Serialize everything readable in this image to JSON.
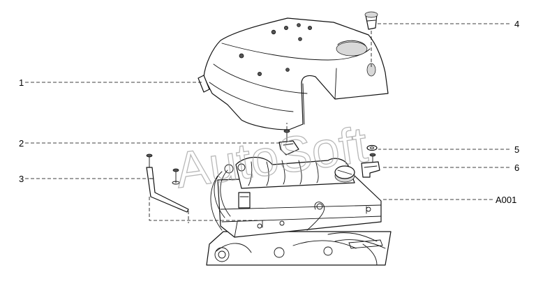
{
  "watermark": "AutoSoft",
  "callouts": {
    "c1": "1",
    "c2": "2",
    "c3": "3",
    "c4": "4",
    "c5": "5",
    "c6": "6",
    "a001": "A001"
  }
}
